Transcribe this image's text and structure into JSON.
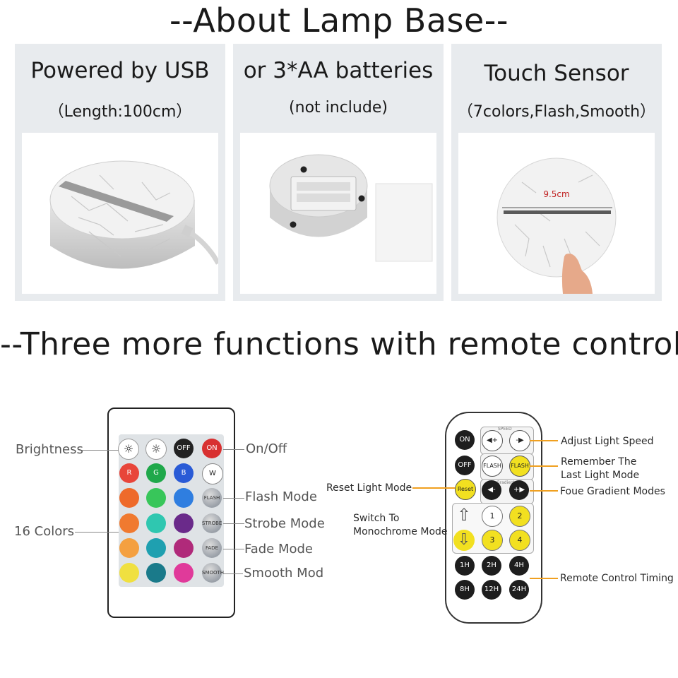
{
  "header1": "--About Lamp Base--",
  "panels": [
    {
      "title": "Powered by USB",
      "subtitle": "（Length:100cm）"
    },
    {
      "title": "or 3*AA batteries",
      "subtitle": "(not include)"
    },
    {
      "title": "Touch Sensor",
      "subtitle": "（7colors,Flash,Smooth）",
      "measure": "9.5cm"
    }
  ],
  "header2": "--Three more functions with remote control--",
  "remote1": {
    "labels": {
      "brightness": "Brightness",
      "colors": "16 Colors",
      "onoff": "On/Off",
      "flash": "Flash Mode",
      "strobe": "Strobe Mode",
      "fade": "Fade Mode",
      "smooth": "Smooth Mod"
    },
    "buttons": {
      "off": "OFF",
      "on": "ON",
      "r": "R",
      "g": "G",
      "b": "B",
      "w": "W",
      "flash": "FLASH",
      "strobe": "STROBE",
      "fade": "FADE",
      "smooth": "SMOOTH"
    },
    "colors": [
      "#e8453a",
      "#1fa84a",
      "#2a5bd6",
      "#ffffff",
      "#ee6a2a",
      "#38c65a",
      "#2f7ee0",
      "#f07a30",
      "#2fc7b0",
      "#6a2a8a",
      "#f4a040",
      "#1fa0b0",
      "#b02a7a",
      "#f0e040",
      "#1a7a8a",
      "#e03a9a"
    ]
  },
  "remote2": {
    "labels": {
      "speed": "Adjust Light Speed",
      "remember": "Remember The",
      "remember2": "Last  Light Mode",
      "reset": "Reset Light Mode",
      "gradient": "Foue Gradient Modes",
      "mono1": "Switch To",
      "mono2": "Monochrome Mode",
      "timing": "Remote Control Timing",
      "speed_caption": "SPEED",
      "gradient_caption": "Gradient"
    },
    "buttons": {
      "on": "ON",
      "off": "OFF",
      "reset": "Reset",
      "flash": "FLASH",
      "n1": "1",
      "n2": "2",
      "n3": "3",
      "n4": "4",
      "t1": "1H",
      "t2": "2H",
      "t3": "4H",
      "t4": "8H",
      "t5": "12H",
      "t6": "24H"
    }
  }
}
